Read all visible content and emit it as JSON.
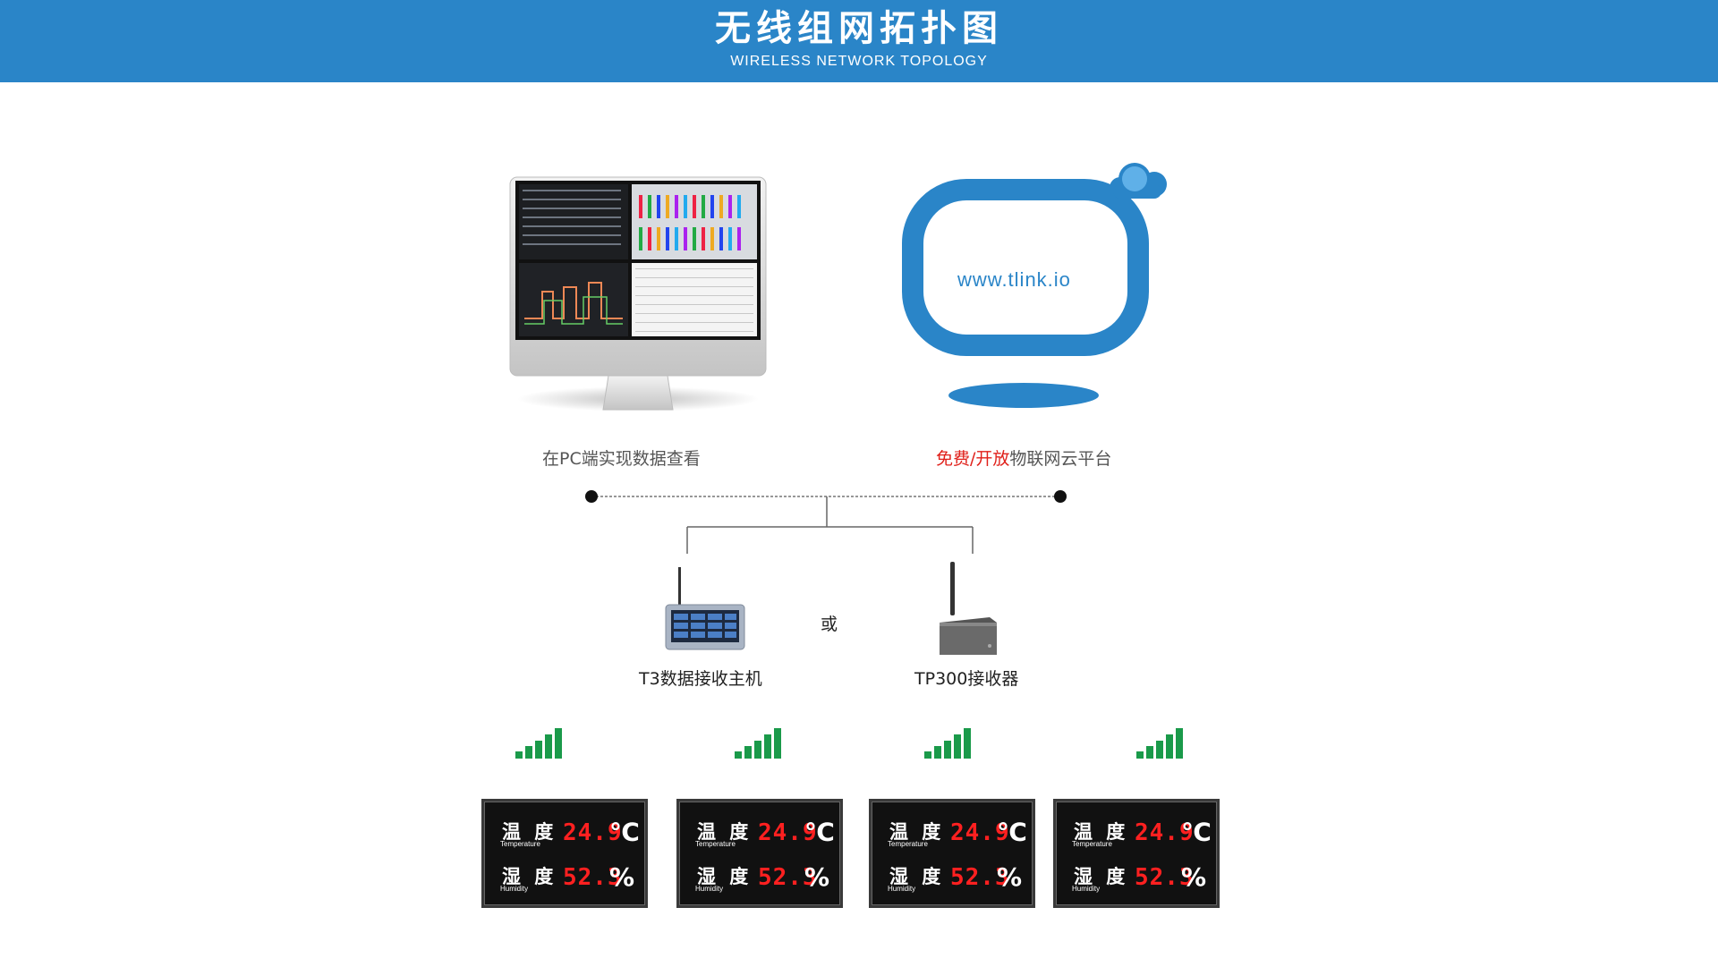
{
  "header": {
    "title": "无线组网拓扑图",
    "subtitle": "WIRELESS NETWORK TOPOLOGY"
  },
  "pc": {
    "label": "在PC端实现数据查看"
  },
  "cloud": {
    "url": "www.tlink.io",
    "label_highlight": "免费/开放",
    "label_rest": "物联网云平台"
  },
  "receivers": {
    "or_text": "或",
    "t3_label": "T3数据接收主机",
    "tp300_label": "TP300接收器"
  },
  "displays": [
    {
      "temp_cn": "温 度",
      "temp_en": "Temperature",
      "temp_value": "24.9",
      "temp_unit": "℃",
      "hum_cn": "湿 度",
      "hum_en": "Humidity",
      "hum_value": "52.3",
      "hum_unit": "%"
    },
    {
      "temp_cn": "温 度",
      "temp_en": "Temperature",
      "temp_value": "24.9",
      "temp_unit": "℃",
      "hum_cn": "湿 度",
      "hum_en": "Humidity",
      "hum_value": "52.3",
      "hum_unit": "%"
    },
    {
      "temp_cn": "温 度",
      "temp_en": "Temperature",
      "temp_value": "24.9",
      "temp_unit": "℃",
      "hum_cn": "湿 度",
      "hum_en": "Humidity",
      "hum_value": "52.3",
      "hum_unit": "%"
    },
    {
      "temp_cn": "温 度",
      "temp_en": "Temperature",
      "temp_value": "24.9",
      "temp_unit": "℃",
      "hum_cn": "湿 度",
      "hum_en": "Humidity",
      "hum_value": "52.3",
      "hum_unit": "%"
    }
  ],
  "colors": {
    "header_blue": "#2a85c8",
    "cloud_blue": "#2a85c8",
    "highlight_red": "#e0201a",
    "signal_green": "#1a9a4a",
    "led_red": "#ff2020"
  }
}
